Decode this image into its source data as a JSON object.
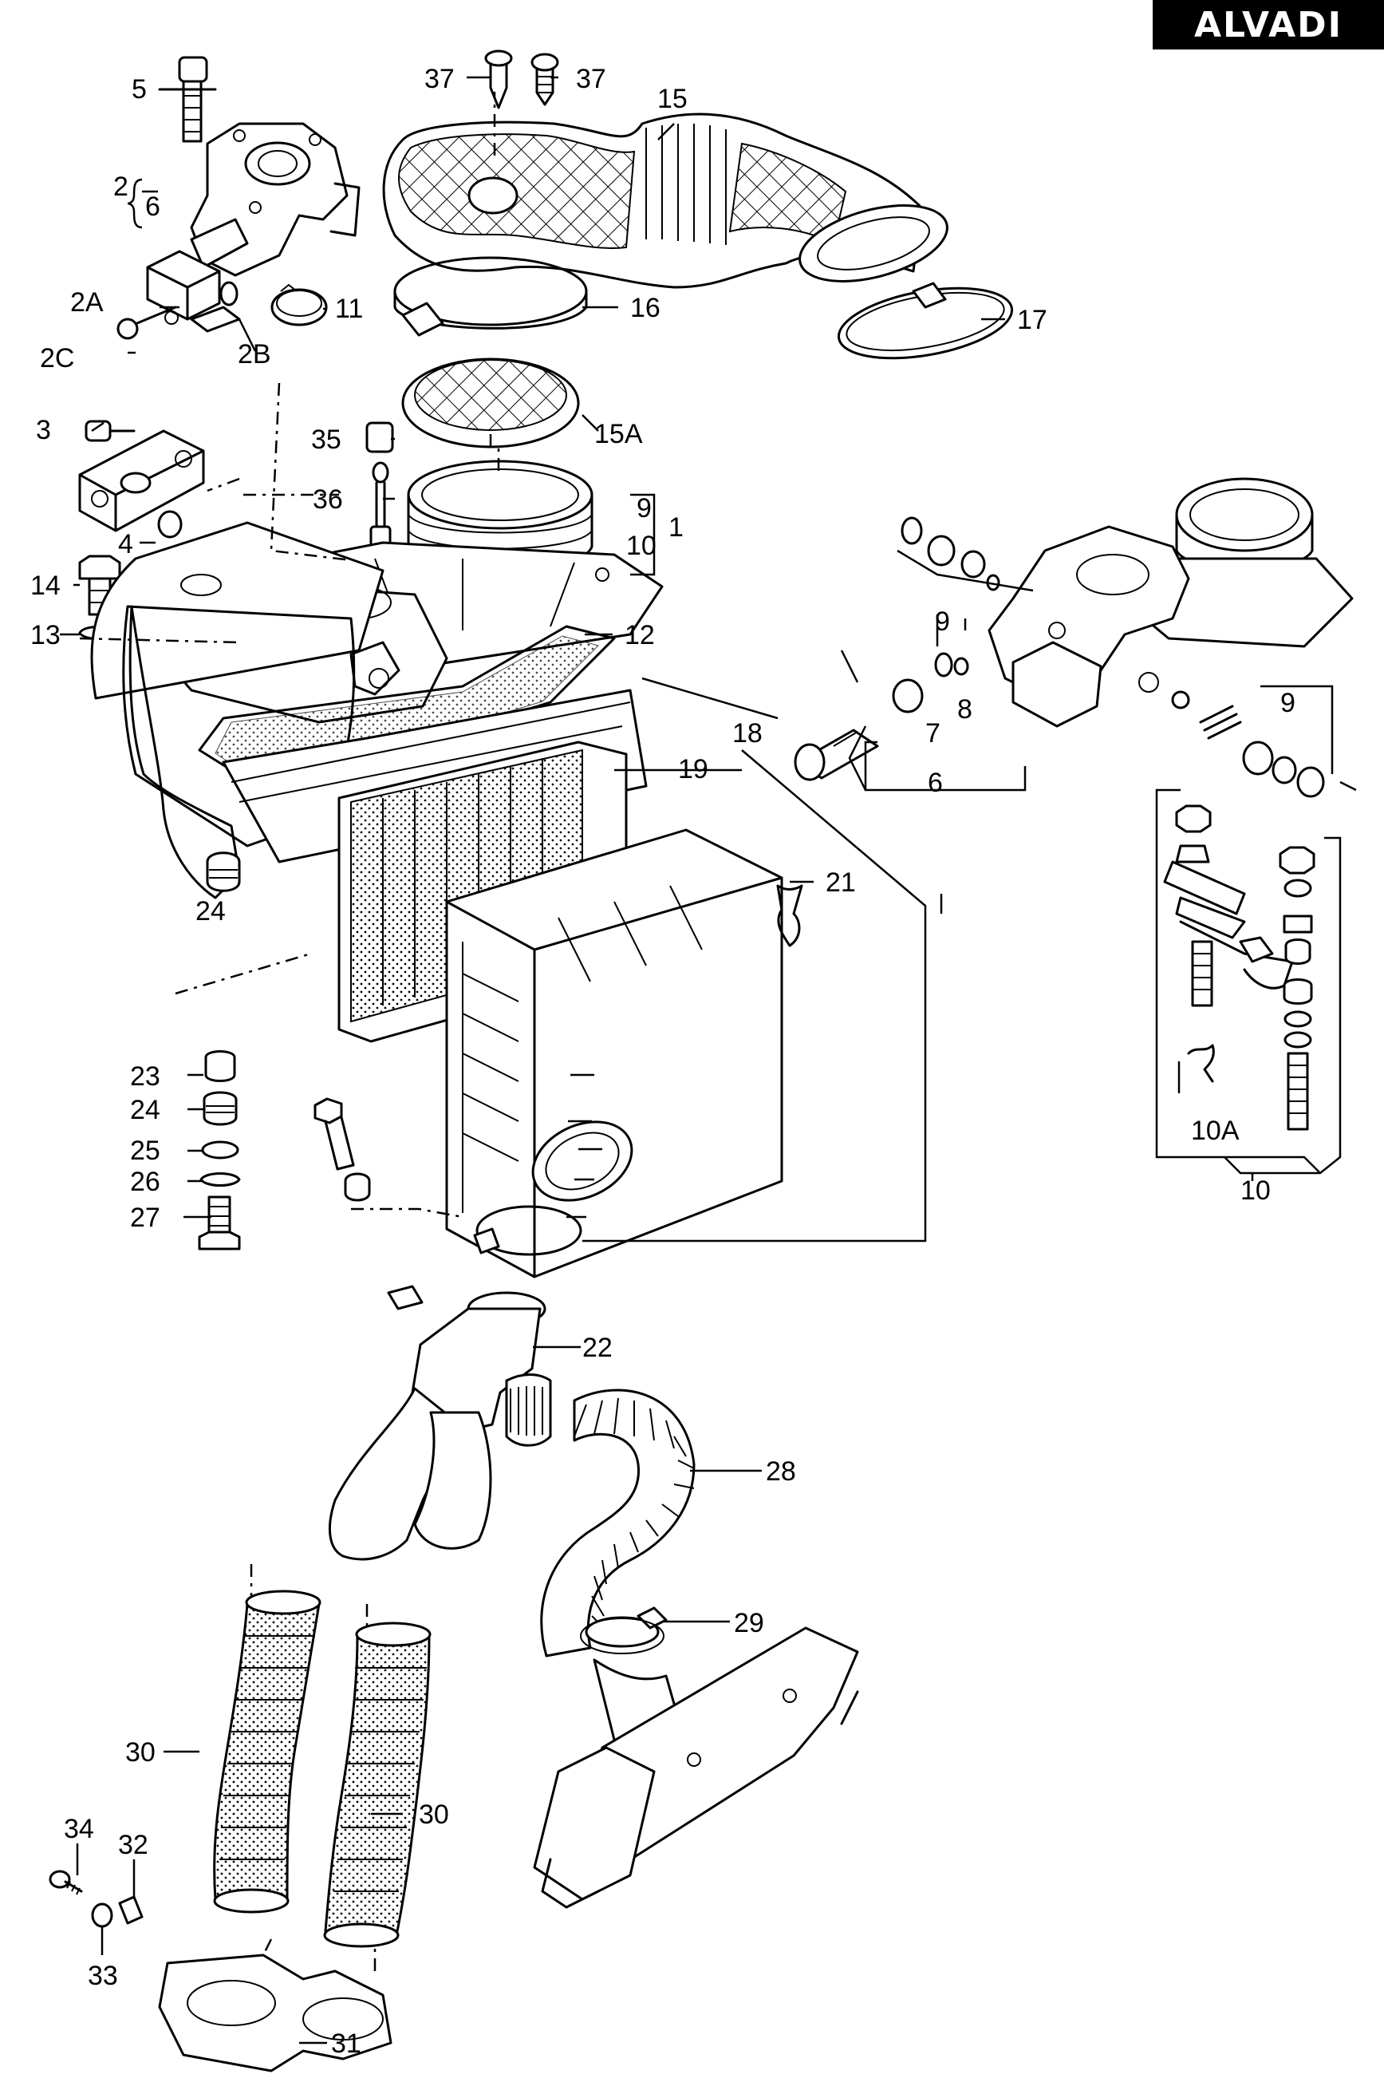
{
  "brand": "ALVADI",
  "footer_text": "",
  "labels": [
    {
      "id": "5",
      "text": "5"
    },
    {
      "id": "2",
      "text": "2"
    },
    {
      "id": "6a",
      "text": "6"
    },
    {
      "id": "2A",
      "text": "2A"
    },
    {
      "id": "2C",
      "text": "2C"
    },
    {
      "id": "2B",
      "text": "2B"
    },
    {
      "id": "11",
      "text": "11"
    },
    {
      "id": "37a",
      "text": "37"
    },
    {
      "id": "37b",
      "text": "37"
    },
    {
      "id": "15",
      "text": "15"
    },
    {
      "id": "16",
      "text": "16"
    },
    {
      "id": "17",
      "text": "17"
    },
    {
      "id": "3",
      "text": "3"
    },
    {
      "id": "35",
      "text": "35"
    },
    {
      "id": "15A",
      "text": "15A"
    },
    {
      "id": "36",
      "text": "36"
    },
    {
      "id": "9a",
      "text": "9"
    },
    {
      "id": "10a",
      "text": "10"
    },
    {
      "id": "1",
      "text": "1"
    },
    {
      "id": "4",
      "text": "4"
    },
    {
      "id": "14",
      "text": "14"
    },
    {
      "id": "13",
      "text": "13"
    },
    {
      "id": "12",
      "text": "12"
    },
    {
      "id": "18",
      "text": "18"
    },
    {
      "id": "19",
      "text": "19"
    },
    {
      "id": "21",
      "text": "21"
    },
    {
      "id": "24a",
      "text": "24"
    },
    {
      "id": "23",
      "text": "23"
    },
    {
      "id": "24b",
      "text": "24"
    },
    {
      "id": "25",
      "text": "25"
    },
    {
      "id": "26",
      "text": "26"
    },
    {
      "id": "27",
      "text": "27"
    },
    {
      "id": "9b",
      "text": "9"
    },
    {
      "id": "7",
      "text": "7"
    },
    {
      "id": "8",
      "text": "8"
    },
    {
      "id": "6b",
      "text": "6"
    },
    {
      "id": "9c",
      "text": "9"
    },
    {
      "id": "10A",
      "text": "10A"
    },
    {
      "id": "10b",
      "text": "10"
    },
    {
      "id": "22",
      "text": "22"
    },
    {
      "id": "28",
      "text": "28"
    },
    {
      "id": "29",
      "text": "29"
    },
    {
      "id": "30a",
      "text": "30"
    },
    {
      "id": "30b",
      "text": "30"
    },
    {
      "id": "34",
      "text": "34"
    },
    {
      "id": "32",
      "text": "32"
    },
    {
      "id": "33",
      "text": "33"
    },
    {
      "id": "31",
      "text": "31"
    }
  ]
}
